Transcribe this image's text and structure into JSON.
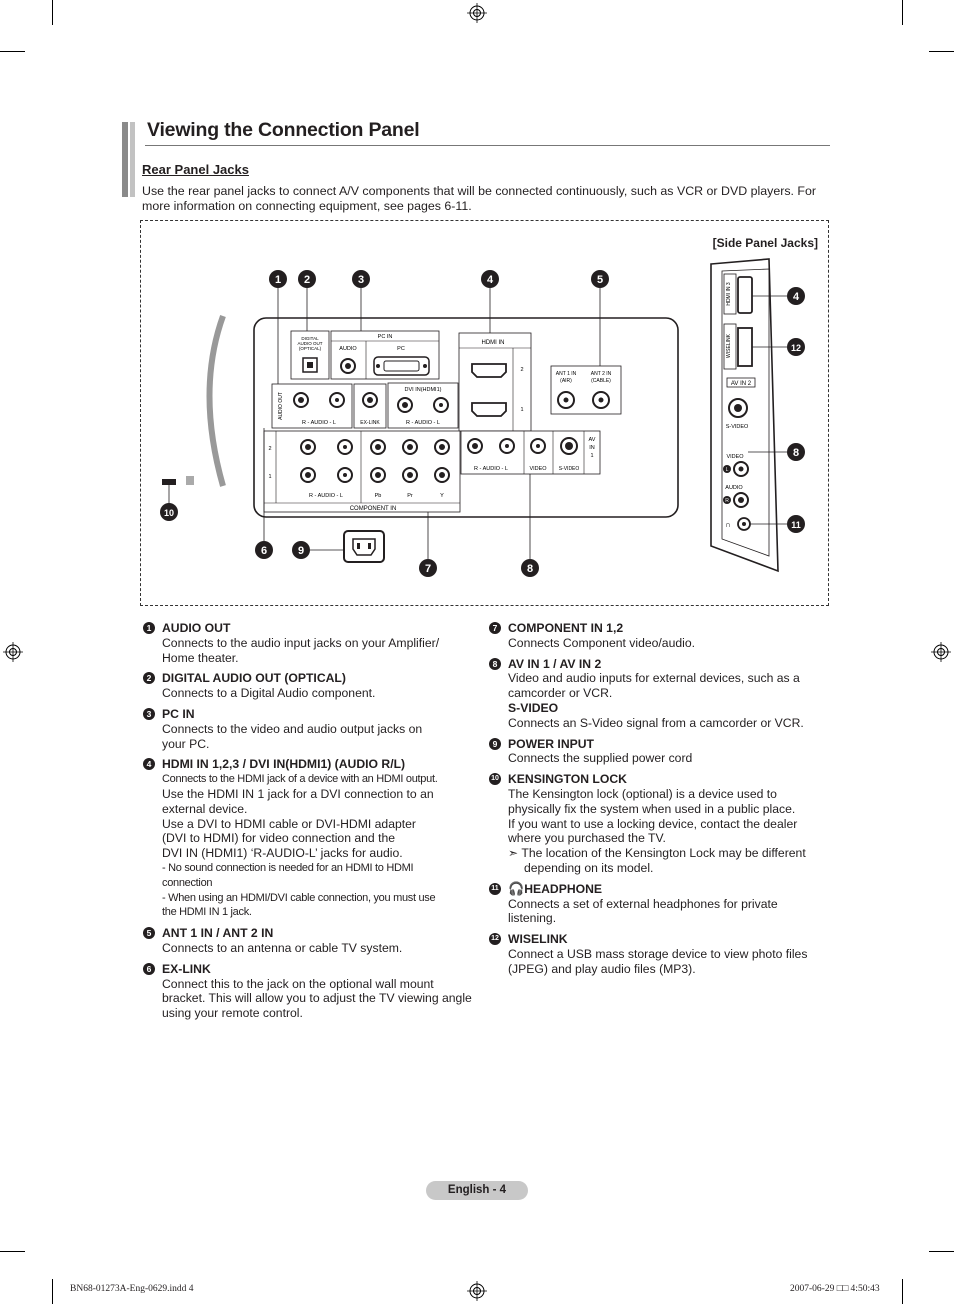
{
  "header": {
    "title": "Viewing the Connection Panel",
    "subtitle": "Rear Panel Jacks",
    "intro": "Use the rear panel jacks to connect A/V components that will be connected continuously, such as VCR or DVD players. For more information on connecting equipment, see pages 6-11."
  },
  "figure": {
    "side_panel_label": "[Side Panel Jacks]",
    "rear_labels": {
      "digital_audio_out": "DIGITAL AUDIO OUT (OPTICAL)",
      "pc_in": "PC IN",
      "audio": "AUDIO",
      "pc": "PC",
      "hdmi_in": "HDMI IN",
      "ant1": "ANT 1 IN (AIR)",
      "ant2": "ANT 2 IN (CABLE)",
      "audio_out": "AUDIO OUT",
      "ex_link": "EX-LINK",
      "dvi_in": "DVI IN(HDMI1)",
      "r_audio_l": "R - AUDIO - L",
      "component_in": "COMPONENT IN",
      "video": "VIDEO",
      "s_video": "S-VIDEO",
      "av_in_1": "AV IN 1",
      "pb": "Pb",
      "pr": "Pr",
      "y": "Y",
      "row2": "2",
      "row1": "1"
    },
    "side_labels": {
      "hdmi_in_3": "HDMI IN 3",
      "wiselink": "WISELINK",
      "av_in_2": "AV IN 2",
      "s_video": "S-VIDEO",
      "video": "VIDEO",
      "audio": "AUDIO",
      "l": "L",
      "r": "R"
    },
    "callouts": [
      "1",
      "2",
      "3",
      "4",
      "5",
      "6",
      "7",
      "8",
      "9",
      "10",
      "4",
      "12",
      "8",
      "11"
    ]
  },
  "items_left": [
    {
      "num": "1",
      "head": "AUDIO OUT",
      "body": "Connects to the audio input jacks on your Amplifier/\nHome theater."
    },
    {
      "num": "2",
      "head": "DIGITAL AUDIO OUT (OPTICAL)",
      "body": "Connects to a Digital Audio component."
    },
    {
      "num": "3",
      "head": "PC IN",
      "body": "Connects to the video and audio output jacks on\nyour PC."
    },
    {
      "num": "4",
      "head": "HDMI IN 1,2,3 / DVI IN(HDMI1) (AUDIO R/L)",
      "body_small": "Connects to the HDMI jack of a device with an HDMI output.",
      "body": "Use the HDMI IN 1 jack for a DVI connection to an\nexternal device.\nUse a DVI to HDMI cable or DVI-HDMI adapter\n(DVI to HDMI) for video connection and the\nDVI IN (HDMI1) ‘R-AUDIO-L’ jacks for audio.",
      "notes": [
        "- No sound connection is needed for an HDMI to HDMI\n   connection",
        "- When using an HDMI/DVI cable connection, you must use\n   the HDMI IN 1 jack."
      ]
    },
    {
      "num": "5",
      "head": "ANT 1 IN / ANT 2 IN",
      "body": "Connects to an antenna or cable TV system."
    },
    {
      "num": "6",
      "head": "EX-LINK",
      "body": "Connect this to the jack on the optional wall mount\nbracket. This will allow you to adjust the TV viewing angle\nusing your remote control."
    }
  ],
  "items_right": [
    {
      "num": "7",
      "head": "COMPONENT IN 1,2",
      "body": "Connects Component video/audio."
    },
    {
      "num": "8",
      "head": "AV IN 1 / AV IN 2",
      "body": "Video and audio inputs for external devices, such as a\ncamcorder or VCR.",
      "subhead": "S-VIDEO",
      "subbody": "Connects an S-Video signal from a camcorder or VCR."
    },
    {
      "num": "9",
      "head": "POWER INPUT",
      "body": "Connects the supplied power cord"
    },
    {
      "num": "10",
      "head": "KENSINGTON LOCK",
      "body": "The Kensington lock (optional) is a device used to\nphysically fix the system when used in a public place.\nIf you want to use a locking device, contact the dealer\nwhere you purchased the TV.",
      "tip": "➣ The location of the Kensington Lock may be different\ndepending on its model."
    },
    {
      "num": "11",
      "head": "HEADPHONE",
      "body": "Connects a set of external headphones for private\nlistening."
    },
    {
      "num": "12",
      "head": "WISELINK",
      "body": "Connect a USB mass storage device to view photo files\n(JPEG) and play audio files (MP3)."
    }
  ],
  "footer": {
    "page_label": "English - 4",
    "file_slug": "BN68-01273A-Eng-0629.indd   4",
    "date_slug": "2007-06-29   □□ 4:50:43"
  }
}
